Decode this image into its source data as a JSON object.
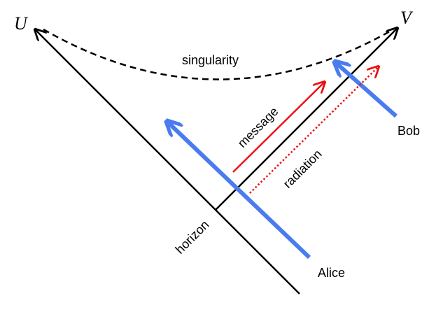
{
  "labels": {
    "u_axis": "U",
    "v_axis": "V",
    "singularity": "singularity",
    "message": "message",
    "radiation": "radiation",
    "horizon": "horizon",
    "alice": "Alice",
    "bob": "Bob"
  },
  "colors": {
    "axis": "#000000",
    "observer": "#4a7cf0",
    "signal": "#ee1111"
  }
}
